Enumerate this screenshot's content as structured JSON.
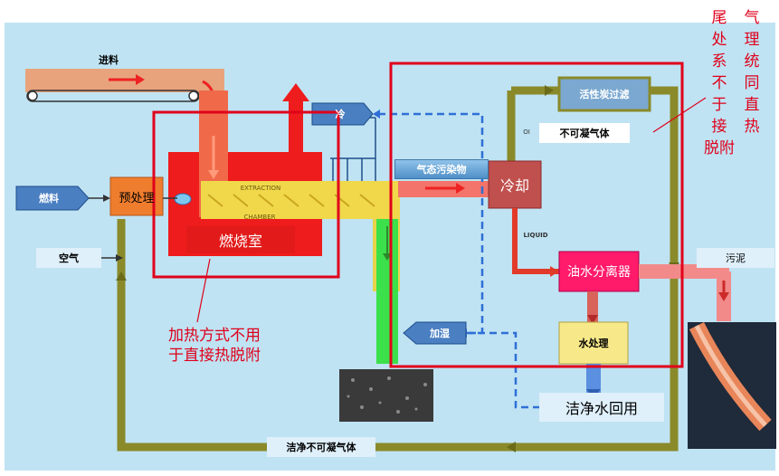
{
  "labels": {
    "feed": "进料",
    "fuel": "燃料",
    "pretreat": "预处理",
    "air": "空气",
    "extraction": "EXTRACTION",
    "chamber": "CHAMBER",
    "combustion": "燃烧室",
    "cooling_top": "冷",
    "gas_pollutant": "气态污染物",
    "cooler": "冷却",
    "activated_carbon": "活性炭过滤",
    "noncondensable": "不可凝气体",
    "liquid": "LIQUID",
    "oil_water": "油水分离器",
    "water_treat": "水处理",
    "sludge": "污泥",
    "humidify": "加湿",
    "clean_water": "洁净水回用",
    "clean_gas": "洁净不可凝气体",
    "oil": "OI"
  },
  "annotations": {
    "heating": "加热方式不用于直接热脱附",
    "heating_line1": "加热方式不用",
    "heating_line2": "于直接热脱附",
    "exhaust_col1": [
      "尾",
      "处",
      "系",
      "不",
      "于",
      "接",
      "脱附"
    ],
    "exhaust_col2": [
      "气",
      "理",
      "统",
      "同",
      "直",
      "热"
    ]
  },
  "colors": {
    "red_frame": "#e0001b",
    "olive_pipe": "#8a8a2a",
    "blue_dash": "#2f6fd6",
    "furnace": "#ee1c1c",
    "feed_belt": "#e8a37c"
  }
}
